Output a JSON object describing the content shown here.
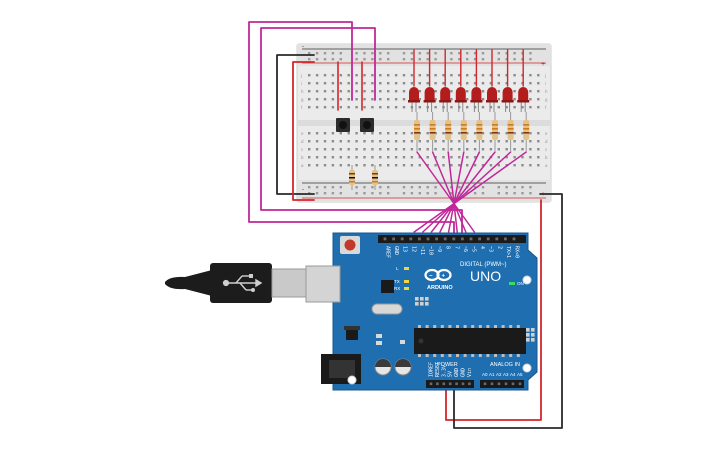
{
  "colors": {
    "board": "#1f6fb0",
    "board_dark": "#17578c",
    "breadboard": "#e9e9e9",
    "rail_red": "#d3262b",
    "rail_blue": "#333333",
    "wire_magenta": "#c0289a",
    "wire_red": "#d3262b",
    "wire_black": "#2a2a2a",
    "led": "#b31d1d",
    "usb_metal": "#cfcfcf",
    "usb_plug": "#1c1c1c"
  },
  "arduino": {
    "brand": "ARDUINO",
    "model": "UNO",
    "digital_label": "DIGITAL (PWM~)",
    "power_label": "POWER",
    "analog_label": "ANALOG IN",
    "on_label": "ON",
    "l_label": "L",
    "tx_label": "TX",
    "rx_label": "RX",
    "digital_pins": [
      "AREF",
      "GND",
      "13",
      "12",
      "~11",
      "~10",
      "~9",
      "8",
      "7",
      "~6",
      "~5",
      "4",
      "~3",
      "2",
      "TX>1",
      "RX<0"
    ],
    "power_pins": [
      "IOREF",
      "RESET",
      "3.3V",
      "5V",
      "GND",
      "GND",
      "Vin"
    ],
    "analog_pins": [
      "A0",
      "A1",
      "A2",
      "A3",
      "A4",
      "A5"
    ]
  },
  "breadboard": {
    "rail_plus": "+",
    "rail_minus": "-",
    "row_letters_top": [
      "j",
      "i",
      "h",
      "g",
      "f"
    ],
    "row_letters_bottom": [
      "e",
      "d",
      "c",
      "b",
      "a"
    ]
  },
  "components": {
    "led_count": 8,
    "resistor_count": 10,
    "button_count": 2
  }
}
